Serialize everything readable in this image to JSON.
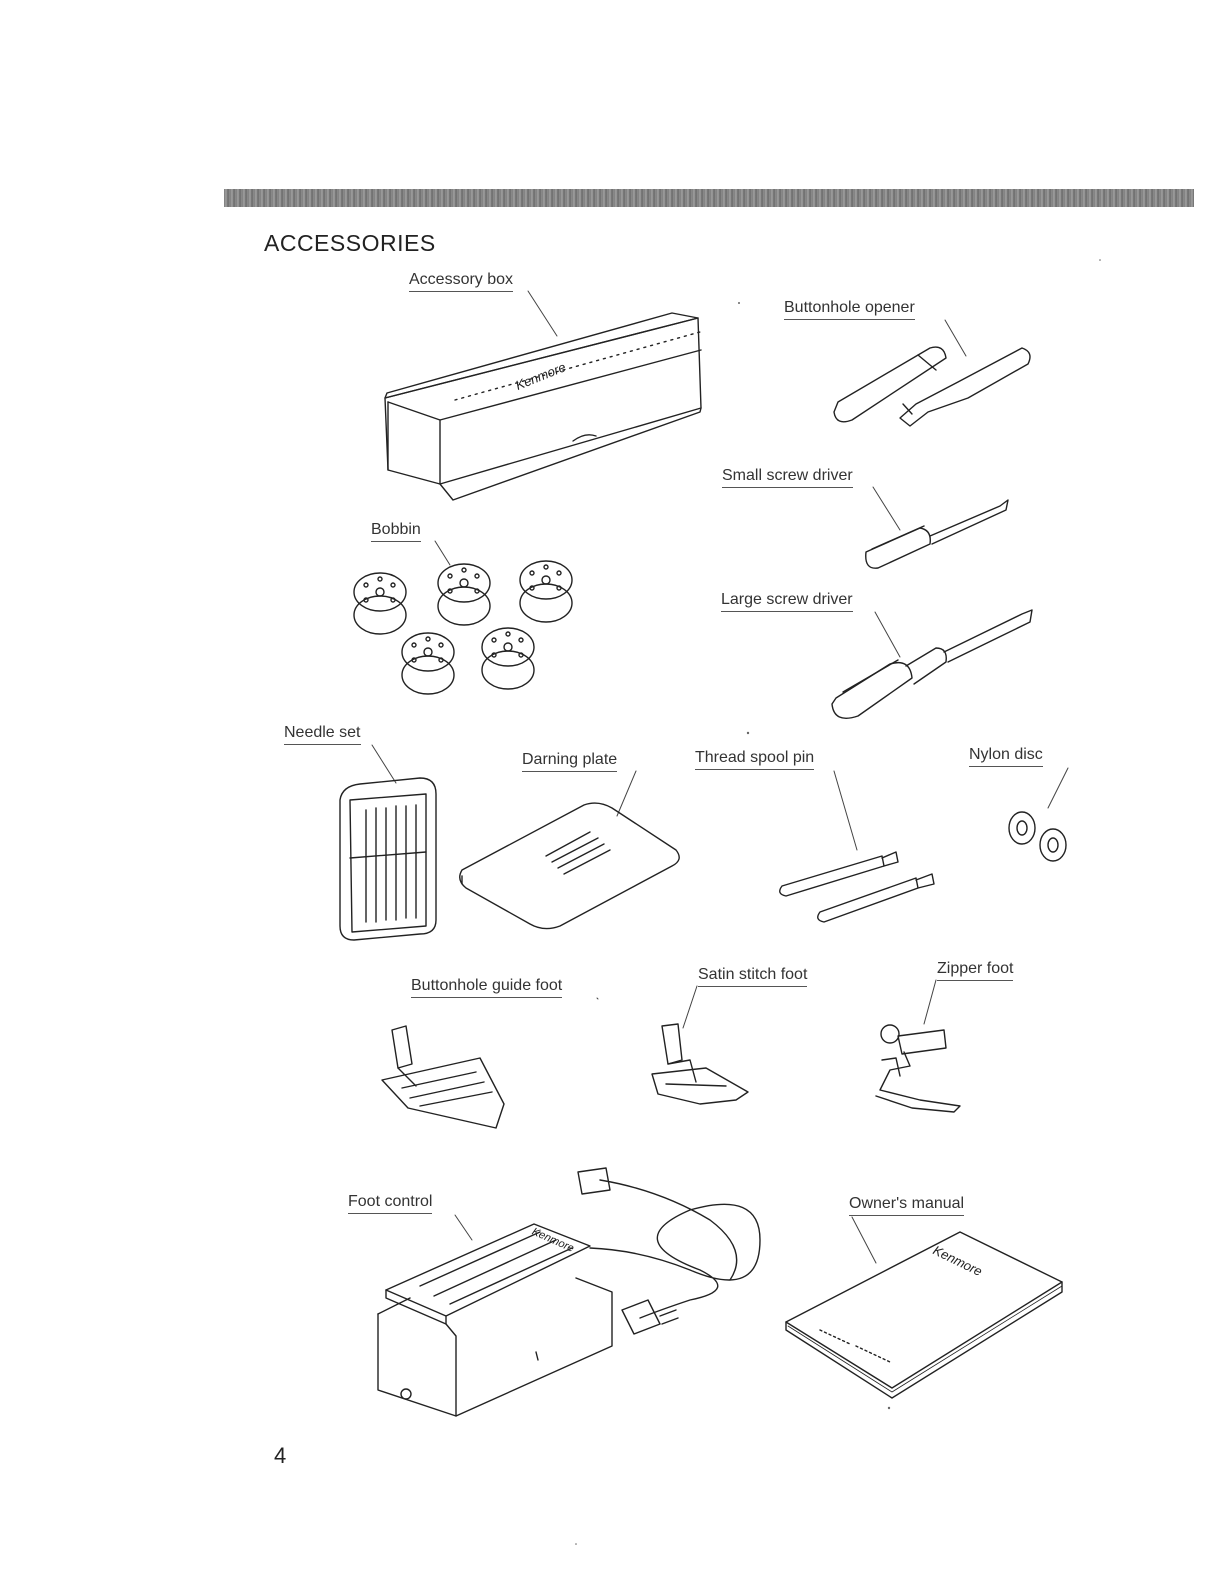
{
  "section": {
    "title": "ACCESSORIES",
    "page_number": "4"
  },
  "brand": {
    "mark": "Kenmore"
  },
  "labels": {
    "accessory_box": "Accessory box",
    "buttonhole_opener": "Buttonhole opener",
    "small_screw_driver": "Small screw driver",
    "bobbin": "Bobbin",
    "large_screw_driver": "Large screw driver",
    "needle_set": "Needle set",
    "darning_plate": "Darning plate",
    "thread_spool_pin": "Thread spool pin",
    "nylon_disc": "Nylon disc",
    "buttonhole_guide_foot": "Buttonhole guide foot",
    "satin_stitch_foot": "Satin stitch foot",
    "zipper_foot": "Zipper foot",
    "foot_control": "Foot control",
    "owners_manual": "Owner's manual"
  }
}
